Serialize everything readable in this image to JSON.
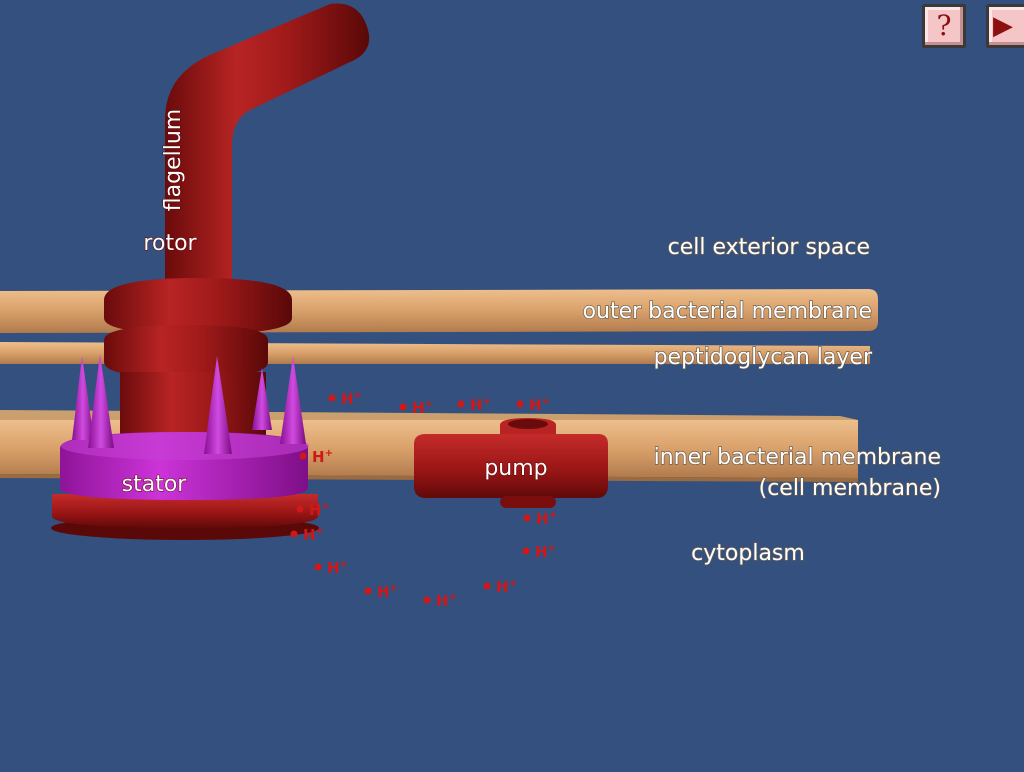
{
  "labels": {
    "flagellum": "flagellum",
    "rotor": "rotor",
    "stator": "stator",
    "pump": "pump",
    "cell_exterior": "cell exterior space",
    "outer_membrane": "outer bacterial membrane",
    "peptidoglycan": "peptidoglycan layer",
    "inner_membrane_line1": "inner bacterial membrane",
    "inner_membrane_line2": "(cell membrane)",
    "cytoplasm": "cytoplasm"
  },
  "proton": {
    "label": "H",
    "charge": "+"
  },
  "buttons": {
    "help_symbol": "?",
    "next_symbol": "▶"
  },
  "colors": {
    "background": "#34507e",
    "membrane": "#d9a06a",
    "rotor": "#a81c1c",
    "stator": "#b21bc0",
    "proton": "#d01818"
  }
}
